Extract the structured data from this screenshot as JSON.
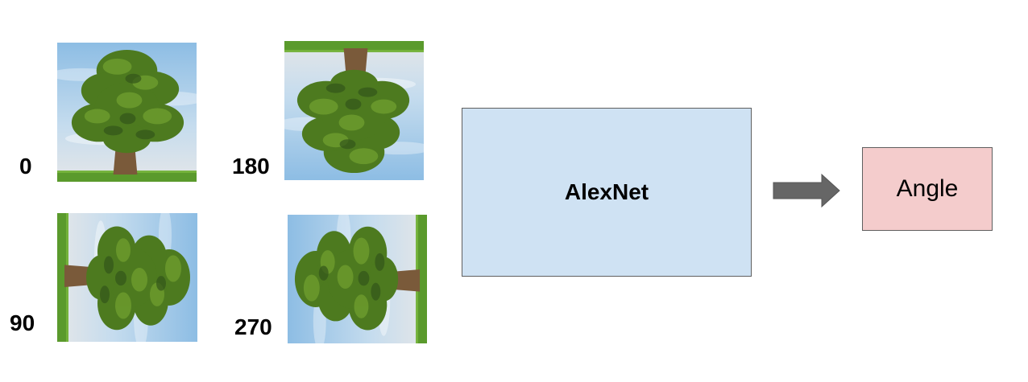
{
  "diagram": {
    "inputs": [
      {
        "angle_label": "0",
        "rotation_deg": 0
      },
      {
        "angle_label": "180",
        "rotation_deg": 180
      },
      {
        "angle_label": "90",
        "rotation_deg": 90
      },
      {
        "angle_label": "270",
        "rotation_deg": 270
      }
    ],
    "model": {
      "label": "AlexNet"
    },
    "output": {
      "label": "Angle"
    },
    "colors": {
      "model_fill": "#cfe2f3",
      "output_fill": "#f4cccc",
      "border": "#5f5f5f",
      "arrow": "#666666",
      "sky": "#a9cde9",
      "grass": "#5a9a2c",
      "foliage": "#4d7a1f",
      "trunk": "#7a5a3a"
    }
  }
}
